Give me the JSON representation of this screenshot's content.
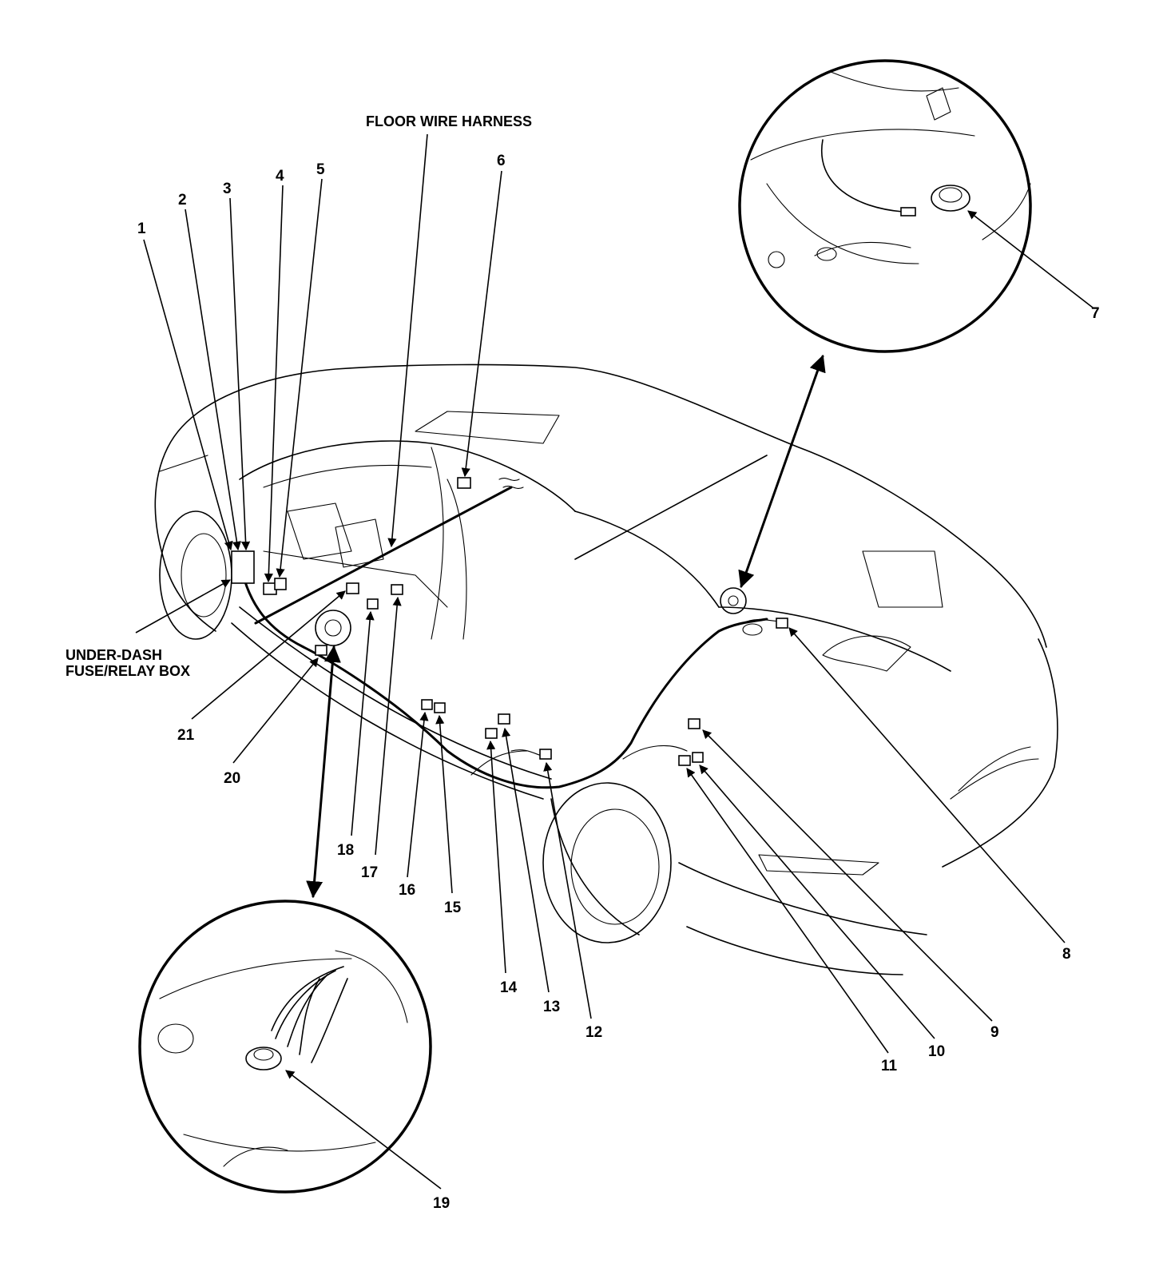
{
  "labels": {
    "floor_wire_harness": "FLOOR WIRE HARNESS",
    "under_dash_line1": "UNDER-DASH",
    "under_dash_line2": "FUSE/RELAY BOX"
  },
  "callouts": [
    "1",
    "2",
    "3",
    "4",
    "5",
    "6",
    "7",
    "8",
    "9",
    "10",
    "11",
    "12",
    "13",
    "14",
    "15",
    "16",
    "17",
    "18",
    "19",
    "20",
    "21"
  ]
}
